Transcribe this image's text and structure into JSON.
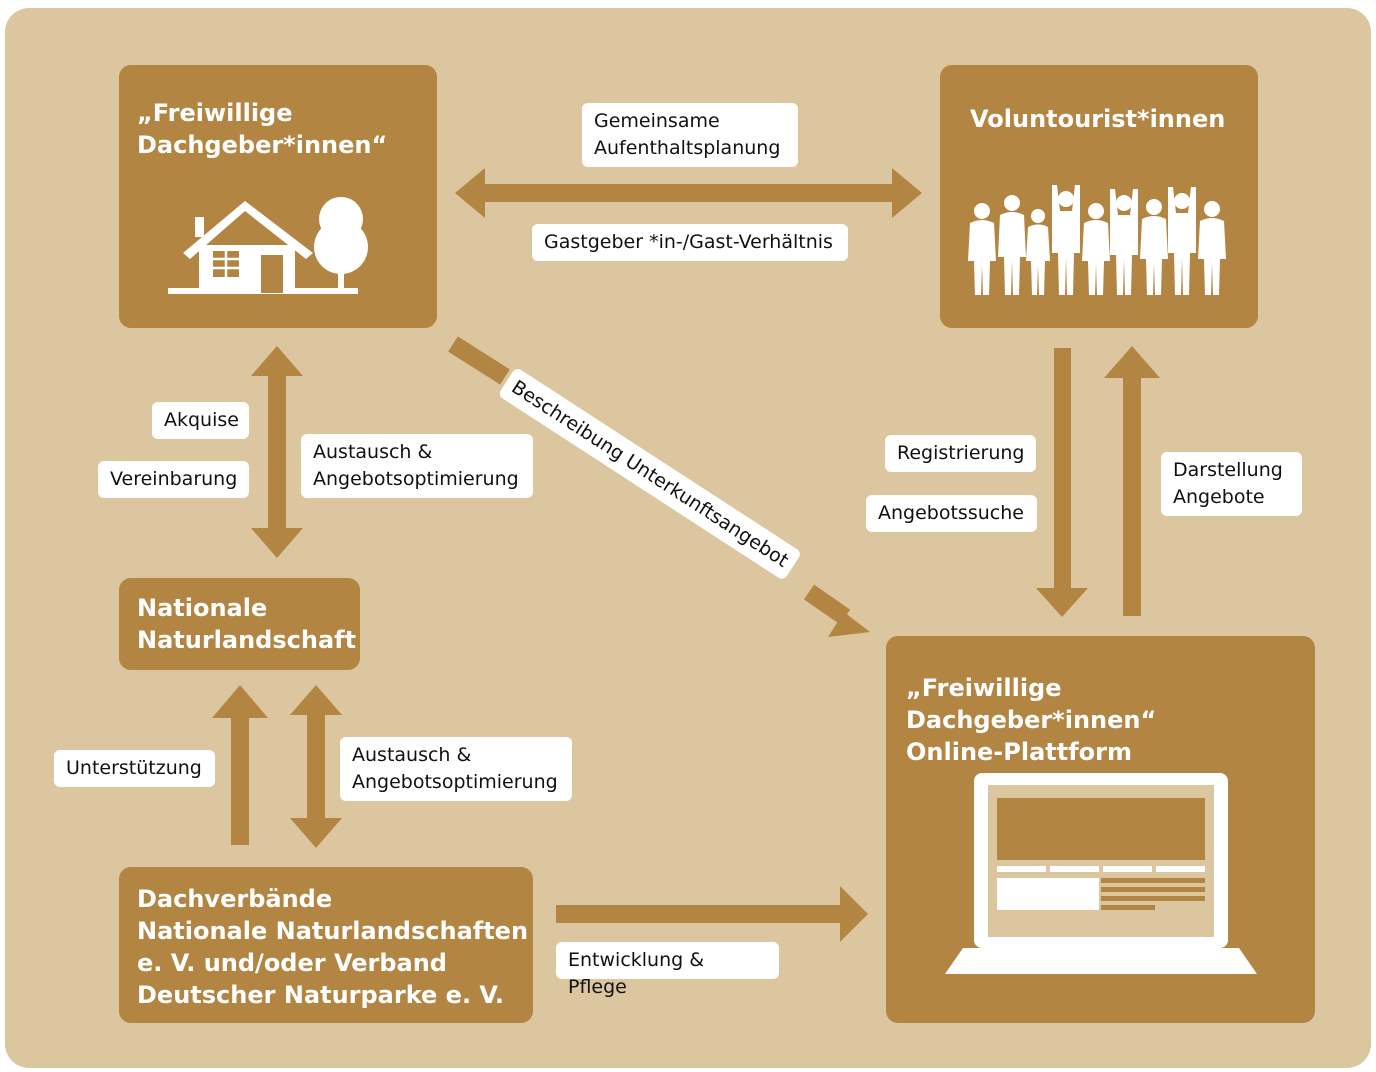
{
  "colors": {
    "background": "#dcc6a0",
    "box": "#b38543",
    "arrow": "#b38543",
    "label_bg": "#ffffff",
    "box_text": "#ffffff"
  },
  "nodes": {
    "hosts": {
      "title": "„Freiwillige\nDachgeber*innen“",
      "icon": "house-tree-icon"
    },
    "voluntourists": {
      "title": "Voluntourist*innen",
      "icon": "group-of-people-icon"
    },
    "nature": {
      "title": "Nationale\nNaturlandschaft"
    },
    "associations": {
      "title": "Dachverbände\nNationale Naturlandschaften\ne. V. und/oder Verband\nDeutscher Naturparke e. V."
    },
    "platform": {
      "title": "„Freiwillige Dachgeber*innen“\nOnline-Plattform",
      "icon": "laptop-icon"
    }
  },
  "labels": {
    "planning": "Gemeinsame\nAufenthaltsplanung",
    "host_guest": "Gastgeber *in-/Gast-Verhältnis",
    "description": "Beschreibung Unterkunftsangebot",
    "acquisition": "Akquise",
    "agreement": "Vereinbarung",
    "exchange_top": "Austausch &\nAngebotsoptimierung",
    "registration": "Registrierung",
    "search": "Angebotssuche",
    "display_offers": "Darstellung\nAngebote",
    "support": "Unterstützung",
    "exchange_bottom": "Austausch &\nAngebotsoptimierung",
    "development": "Entwicklung & Pflege"
  }
}
